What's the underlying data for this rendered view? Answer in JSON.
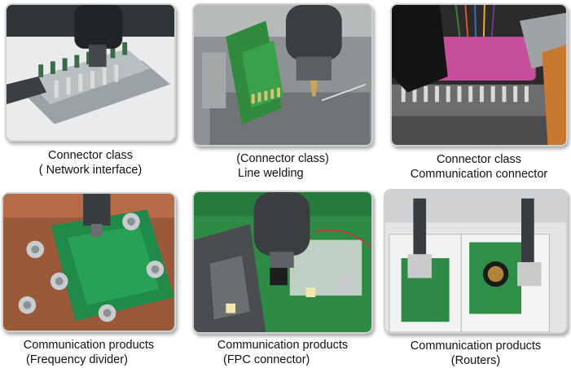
{
  "tiles": [
    {
      "line1": "Connector class",
      "line2": "( Network interface)"
    },
    {
      "line1": "(Connector class)",
      "line2": "Line welding"
    },
    {
      "line1": "Connector class",
      "line2": "Communication connector"
    },
    {
      "line1": "Communication products",
      "line2": "(Frequency divider)"
    },
    {
      "line1": "Communication products",
      "line2": "(FPC connector)"
    },
    {
      "line1": "Communication products",
      "line2": "(Routers)"
    }
  ]
}
